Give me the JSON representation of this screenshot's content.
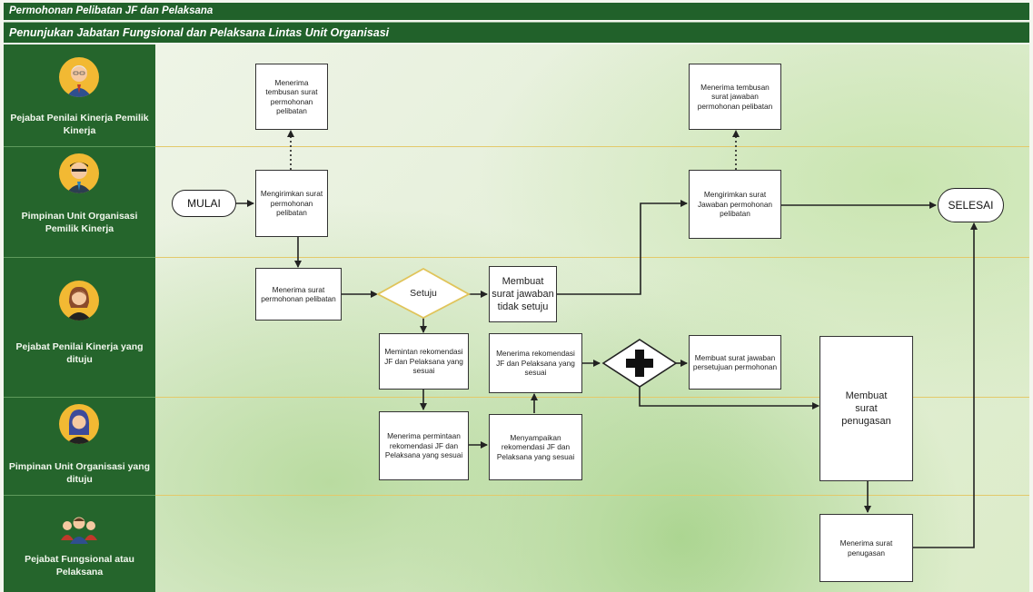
{
  "header": {
    "title": "Permohonan Pelibatan JF dan Pelaksana",
    "subtitle": "Penunjukan Jabatan Fungsional dan Pelaksana Lintas Unit Organisasi"
  },
  "lanes": [
    {
      "label": "Pejabat Penilai Kinerja Pemilik Kinerja",
      "icon": "elderly-man-avatar-icon"
    },
    {
      "label": "Pimpinan Unit Organisasi Pemilik Kinerja",
      "icon": "man-with-cap-avatar-icon"
    },
    {
      "label": "Pejabat Penilai Kinerja yang dituju",
      "icon": "woman-avatar-icon"
    },
    {
      "label": "Pimpinan Unit Organisasi yang dituju",
      "icon": "woman-hijab-avatar-icon"
    },
    {
      "label": "Pejabat Fungsional atau Pelaksana",
      "icon": "group-avatar-icon"
    }
  ],
  "nodes": {
    "mulai": "MULAI",
    "selesai": "SELESAI",
    "menerima_tembusan_permohonan": "Menerima tembusan surat permohonan pelibatan",
    "mengirimkan_permohonan": "Mengirimkan surat permohonan pelibatan",
    "menerima_surat_permohonan": "Menerima surat permohonan pelibatan",
    "setuju": "Setuju",
    "membuat_jawaban_tidak_setuju": "Membuat surat jawaban tidak setuju",
    "menerima_tembusan_jawaban": "Menerima tembusan surat jawaban permohonan pelibatan",
    "mengirimkan_jawaban": "Mengirimkan surat Jawaban permohonan pelibatan",
    "meminta_rekomendasi": "Memintan rekomendasi JF dan Pelaksana yang sesuai",
    "menerima_rekomendasi": "Menerima rekomendasi JF dan Pelaksana yang sesuai",
    "membuat_jawaban_persetujuan": "Membuat surat jawaban persetujuan permohonan",
    "menerima_permintaan_rekomendasi": "Menerima permintaan rekomendasi JF dan Pelaksana yang sesuai",
    "menyampaikan_rekomendasi": "Menyampaikan rekomendasi JF dan Pelaksana yang sesuai",
    "membuat_penugasan": "Membuat surat penugasan",
    "menerima_penugasan": "Menerima surat penugasan",
    "parallel_gateway_icon": "plus-icon"
  },
  "colors": {
    "header_green": "#21612a",
    "sidebar_green": "#25652c",
    "lane_divider": "#e3c96a",
    "avatar_bg": "#f2b933"
  }
}
